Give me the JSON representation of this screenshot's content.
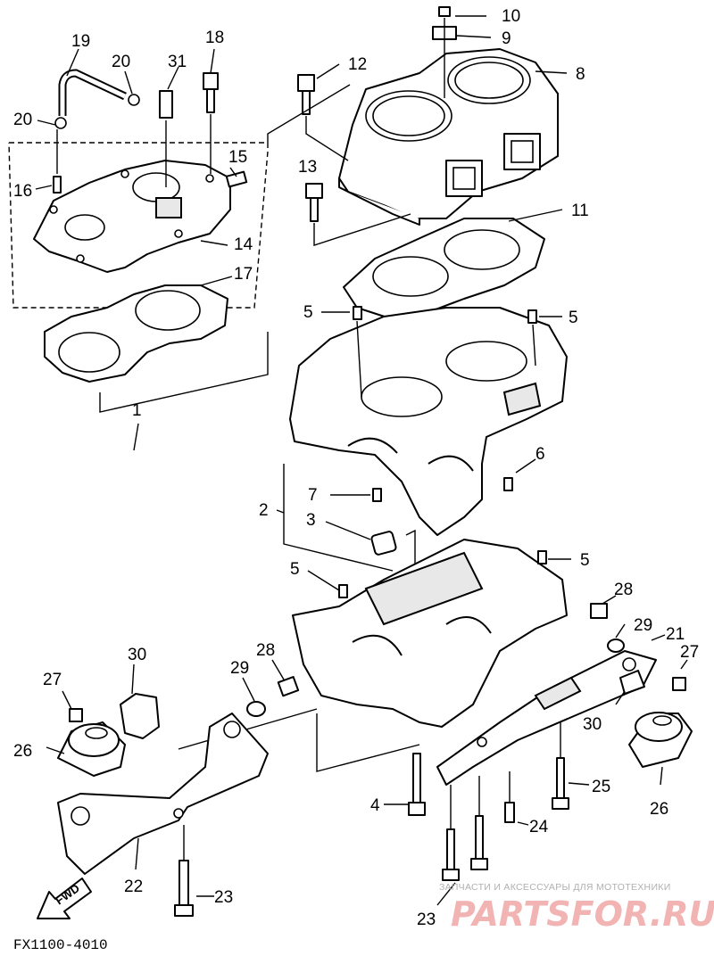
{
  "diagram": {
    "drawing_code": "FX1100-4010",
    "fwd_label": "FWD",
    "callouts": {
      "c1": "1",
      "c2": "2",
      "c3": "3",
      "c4": "4",
      "c5a": "5",
      "c5b": "5",
      "c5c": "5",
      "c5d": "5",
      "c6": "6",
      "c7": "7",
      "c8": "8",
      "c9": "9",
      "c10": "10",
      "c11": "11",
      "c12": "12",
      "c13": "13",
      "c14": "14",
      "c15": "15",
      "c16": "16",
      "c17": "17",
      "c18": "18",
      "c19": "19",
      "c20a": "20",
      "c20b": "20",
      "c21": "21",
      "c22": "22",
      "c23a": "23",
      "c23b": "23",
      "c24": "24",
      "c25": "25",
      "c26a": "26",
      "c26b": "26",
      "c27a": "27",
      "c27b": "27",
      "c28a": "28",
      "c28b": "28",
      "c29a": "29",
      "c29b": "29",
      "c30a": "30",
      "c30b": "30",
      "c31": "31"
    }
  },
  "watermark": {
    "tagline": "ЗАПЧАСТИ И АКСЕССУАРЫ ДЛЯ МОТОТЕХНИКИ",
    "brand": "PARTSFOR.RU"
  }
}
